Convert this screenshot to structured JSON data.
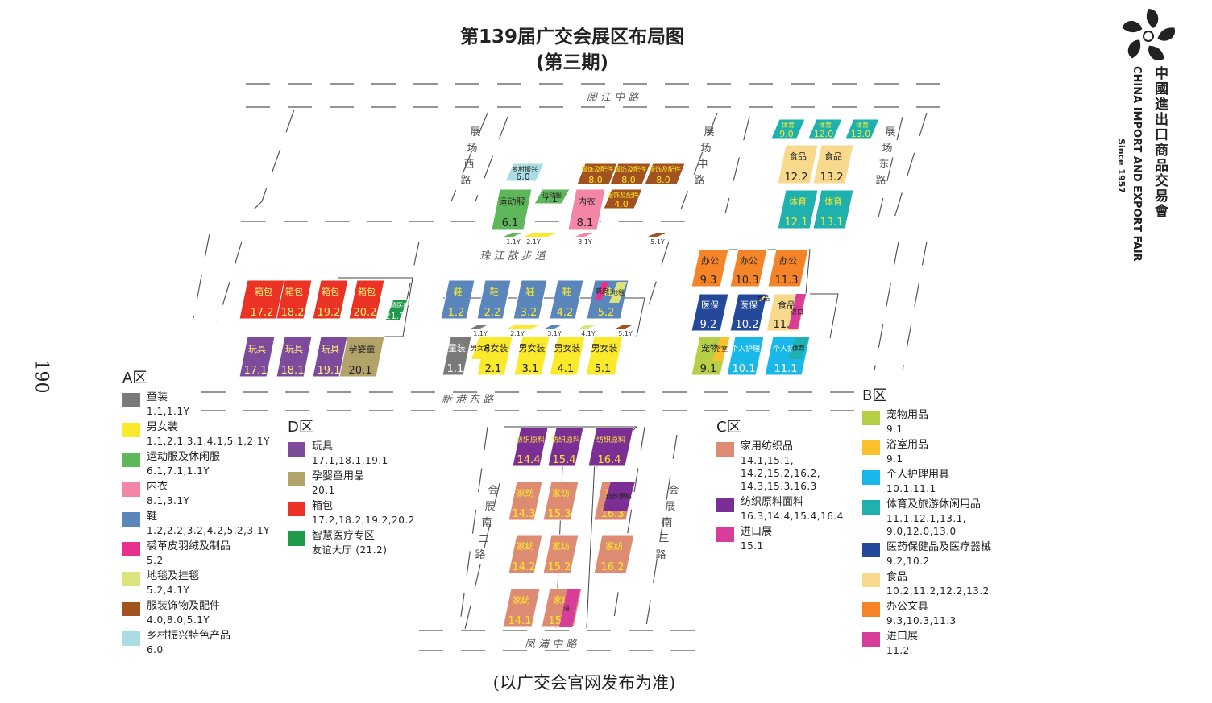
{
  "title_line1": "第139届广交会展区布局图",
  "title_line2": "(第三期)",
  "footnote": "(以广交会官网发布为准)",
  "page_number": "190",
  "logo": {
    "cn": "中國進出口商品交易會",
    "en": "CHINA IMPORT AND EXPORT FAIR",
    "since": "Since 1957"
  },
  "roads": [
    {
      "id": "yuejiang",
      "label": "阅 江 中 路"
    },
    {
      "id": "west",
      "label": "展场西路"
    },
    {
      "id": "mid",
      "label": "展场中路"
    },
    {
      "id": "east",
      "label": "展场东路"
    },
    {
      "id": "zhujiang",
      "label": "珠 江 散 步 道"
    },
    {
      "id": "xingang",
      "label": "新 港 东 路"
    },
    {
      "id": "south2",
      "label": "会展南二路"
    },
    {
      "id": "south3",
      "label": "会展南三路"
    },
    {
      "id": "fengpu",
      "label": "凤 浦 中 路"
    }
  ],
  "colors": {
    "gray": "#7a7a7a",
    "yellow": "#fbe92b",
    "green": "#5fb75c",
    "pink": "#f286a4",
    "blue": "#5b86bb",
    "magenta": "#e8308f",
    "lime": "#dbe37c",
    "brown": "#a2521e",
    "lightblue": "#a9dde3",
    "red": "#ea3324",
    "purple": "#7e4b9c",
    "khaki": "#b2a36a",
    "darkgreen": "#1f9a49",
    "salmon": "#dd8b72",
    "violet": "#7b2f95",
    "rose": "#d83d99",
    "ylgreen": "#b5cf46",
    "amber": "#fbc12d",
    "cyan": "#1ab8ea",
    "teal": "#1fb0b0",
    "navy": "#24499a",
    "cream": "#f9d98b",
    "orange": "#f58429"
  },
  "halls": [
    {
      "id": "17.2",
      "c": "red",
      "label": "箱包",
      "num": "17.2",
      "tc": "#fff27a"
    },
    {
      "id": "18.2",
      "c": "red",
      "label": "箱包",
      "num": "18.2",
      "tc": "#fff27a"
    },
    {
      "id": "19.2",
      "c": "red",
      "label": "箱包",
      "num": "19.2",
      "tc": "#fff27a"
    },
    {
      "id": "20.2",
      "c": "red",
      "label": "箱包",
      "num": "20.2",
      "tc": "#fff27a"
    },
    {
      "id": "21.2",
      "c": "darkgreen",
      "label": "智慧医疗",
      "num": "21.2",
      "tc": "#fff"
    },
    {
      "id": "17.1",
      "c": "purple",
      "label": "玩具",
      "num": "17.1",
      "tc": "#fff27a"
    },
    {
      "id": "18.1",
      "c": "purple",
      "label": "玩具",
      "num": "18.1",
      "tc": "#fff27a"
    },
    {
      "id": "19.1",
      "c": "purple",
      "label": "玩具",
      "num": "19.1",
      "tc": "#fff27a"
    },
    {
      "id": "20.1",
      "c": "khaki",
      "label": "孕婴童",
      "num": "20.1",
      "tc": "#222"
    },
    {
      "id": "6.0",
      "c": "lightblue",
      "label": "乡村振兴",
      "num": "6.0",
      "tc": "#222"
    },
    {
      "id": "8.0a",
      "c": "brown",
      "label": "服饰及配件",
      "num": "8.0",
      "tc": "#fbe92b"
    },
    {
      "id": "8.0b",
      "c": "brown",
      "label": "服饰及配件",
      "num": "8.0",
      "tc": "#fbe92b"
    },
    {
      "id": "8.0c",
      "c": "brown",
      "label": "服饰及配件",
      "num": "8.0",
      "tc": "#fbe92b"
    },
    {
      "id": "6.1",
      "c": "green",
      "label": "运动服",
      "num": "6.1",
      "tc": "#222"
    },
    {
      "id": "7.1",
      "c": "green",
      "label": "运动服",
      "num": "7.1",
      "tc": "#222"
    },
    {
      "id": "8.1",
      "c": "pink",
      "label": "内衣",
      "num": "8.1",
      "tc": "#222"
    },
    {
      "id": "4.0",
      "c": "brown",
      "label": "服饰及配件",
      "num": "4.0",
      "tc": "#fbe92b"
    },
    {
      "id": "1.2",
      "c": "blue",
      "label": "鞋",
      "num": "1.2",
      "tc": "#fbe92b"
    },
    {
      "id": "2.2",
      "c": "blue",
      "label": "鞋",
      "num": "2.2",
      "tc": "#fbe92b"
    },
    {
      "id": "3.2",
      "c": "blue",
      "label": "鞋",
      "num": "3.2",
      "tc": "#fbe92b"
    },
    {
      "id": "4.2",
      "c": "blue",
      "label": "鞋",
      "num": "4.2",
      "tc": "#fbe92b"
    },
    {
      "id": "5.2",
      "c": "blue",
      "label": "鞋",
      "num": "5.2",
      "tc": "#fbe92b"
    },
    {
      "id": "1.1",
      "c": "gray",
      "label": "童装",
      "num": "1.1",
      "tc": "#fff"
    },
    {
      "id": "2.1",
      "c": "yellow",
      "label": "男女装",
      "num": "2.1",
      "tc": "#222"
    },
    {
      "id": "3.1",
      "c": "yellow",
      "label": "男女装",
      "num": "3.1",
      "tc": "#222"
    },
    {
      "id": "4.1",
      "c": "yellow",
      "label": "男女装",
      "num": "4.1",
      "tc": "#222"
    },
    {
      "id": "5.1",
      "c": "yellow",
      "label": "男女装",
      "num": "5.1",
      "tc": "#222"
    },
    {
      "id": "9.3",
      "c": "orange",
      "label": "办公",
      "num": "9.3",
      "tc": "#222"
    },
    {
      "id": "10.3",
      "c": "orange",
      "label": "办公",
      "num": "10.3",
      "tc": "#222"
    },
    {
      "id": "11.3",
      "c": "orange",
      "label": "办公",
      "num": "11.3",
      "tc": "#222"
    },
    {
      "id": "9.2",
      "c": "navy",
      "label": "医保",
      "num": "9.2",
      "tc": "#fff"
    },
    {
      "id": "10.2",
      "c": "navy",
      "label": "医保",
      "num": "10.2",
      "tc": "#fff"
    },
    {
      "id": "11.2",
      "c": "cream",
      "label": "食品",
      "num": "11.2",
      "tc": "#222"
    },
    {
      "id": "9.1",
      "c": "ylgreen",
      "label": "宠物",
      "num": "9.1",
      "tc": "#222"
    },
    {
      "id": "10.1",
      "c": "cyan",
      "label": "个人护理",
      "num": "10.1",
      "tc": "#fff"
    },
    {
      "id": "11.1",
      "c": "cyan",
      "label": "个人护理",
      "num": "11.1",
      "tc": "#fff"
    },
    {
      "id": "9.0",
      "c": "teal",
      "label": "体育",
      "num": "9.0",
      "tc": "#fbe92b"
    },
    {
      "id": "12.0",
      "c": "teal",
      "label": "体育",
      "num": "12.0",
      "tc": "#fbe92b"
    },
    {
      "id": "13.0",
      "c": "teal",
      "label": "体育",
      "num": "13.0",
      "tc": "#fbe92b"
    },
    {
      "id": "12.2",
      "c": "cream",
      "label": "食品",
      "num": "12.2",
      "tc": "#222"
    },
    {
      "id": "13.2",
      "c": "cream",
      "label": "食品",
      "num": "13.2",
      "tc": "#222"
    },
    {
      "id": "12.1",
      "c": "teal",
      "label": "体育",
      "num": "12.1",
      "tc": "#fbe92b"
    },
    {
      "id": "13.1",
      "c": "teal",
      "label": "体育",
      "num": "13.1",
      "tc": "#fbe92b"
    },
    {
      "id": "14.4",
      "c": "violet",
      "label": "纺织原料",
      "num": "14.4",
      "tc": "#fbe92b"
    },
    {
      "id": "15.4",
      "c": "violet",
      "label": "纺织原料",
      "num": "15.4",
      "tc": "#fbe92b"
    },
    {
      "id": "16.4",
      "c": "violet",
      "label": "纺织原料",
      "num": "16.4",
      "tc": "#fbe92b"
    },
    {
      "id": "14.3",
      "c": "salmon",
      "label": "家纺",
      "num": "14.3",
      "tc": "#fbe92b"
    },
    {
      "id": "15.3",
      "c": "salmon",
      "label": "家纺",
      "num": "15.3",
      "tc": "#fbe92b"
    },
    {
      "id": "16.3",
      "c": "salmon",
      "label": "家纺",
      "num": "16.3",
      "tc": "#fbe92b"
    },
    {
      "id": "14.2",
      "c": "salmon",
      "label": "家纺",
      "num": "14.2",
      "tc": "#fbe92b"
    },
    {
      "id": "15.2",
      "c": "salmon",
      "label": "家纺",
      "num": "15.2",
      "tc": "#fbe92b"
    },
    {
      "id": "16.2",
      "c": "salmon",
      "label": "家纺",
      "num": "16.2",
      "tc": "#fbe92b"
    },
    {
      "id": "14.1",
      "c": "salmon",
      "label": "家纺",
      "num": "14.1",
      "tc": "#fbe92b"
    },
    {
      "id": "15.1",
      "c": "salmon",
      "label": "家纺",
      "num": "15.1",
      "tc": "#fbe92b"
    }
  ],
  "small_tags": [
    {
      "text": "1.1Y",
      "c": "green"
    },
    {
      "text": "2.1Y",
      "c": "yellow"
    },
    {
      "text": "3.1Y",
      "c": "pink"
    },
    {
      "text": "5.1Y",
      "c": "brown"
    },
    {
      "text": "1.1Y",
      "c": "gray"
    },
    {
      "text": "2.1Y",
      "c": "yellow"
    },
    {
      "text": "3.1Y",
      "c": "blue"
    },
    {
      "text": "4.1Y",
      "c": "lime"
    },
    {
      "text": "5.1Y",
      "c": "brown"
    }
  ],
  "overlays": [
    {
      "text": "裘皮",
      "c": "magenta"
    },
    {
      "text": "地毯",
      "c": "lime"
    },
    {
      "text": "男女装",
      "c": "yellow"
    },
    {
      "text": "浴室",
      "c": "amber"
    },
    {
      "text": "进口",
      "c": "rose"
    },
    {
      "text": "体育",
      "c": "teal"
    },
    {
      "text": "食品",
      "c": "cream"
    },
    {
      "text": "纺织原料",
      "c": "violet"
    },
    {
      "text": "进口",
      "c": "rose"
    }
  ],
  "legend_a": {
    "title": "A区",
    "items": [
      {
        "c": "gray",
        "name": "童装",
        "codes": "1.1,1.1Y"
      },
      {
        "c": "yellow",
        "name": "男女装",
        "codes": "1.1,2.1,3.1,4.1,5.1,2.1Y"
      },
      {
        "c": "green",
        "name": "运动服及休闲服",
        "codes": "6.1,7.1,1.1Y"
      },
      {
        "c": "pink",
        "name": "内衣",
        "codes": "8.1,3.1Y"
      },
      {
        "c": "blue",
        "name": "鞋",
        "codes": "1.2,2.2,3.2,4.2,5.2,3.1Y"
      },
      {
        "c": "magenta",
        "name": "裘革皮羽绒及制品",
        "codes": "5.2"
      },
      {
        "c": "lime",
        "name": "地毯及挂毯",
        "codes": "5.2,4.1Y"
      },
      {
        "c": "brown",
        "name": "服装饰物及配件",
        "codes": "4.0,8.0,5.1Y"
      },
      {
        "c": "lightblue",
        "name": "乡村振兴特色产品",
        "codes": "6.0"
      }
    ]
  },
  "legend_d": {
    "title": "D区",
    "items": [
      {
        "c": "purple",
        "name": "玩具",
        "codes": "17.1,18.1,19.1"
      },
      {
        "c": "khaki",
        "name": "孕婴童用品",
        "codes": "20.1"
      },
      {
        "c": "red",
        "name": "箱包",
        "codes": "17.2,18.2,19.2,20.2"
      },
      {
        "c": "darkgreen",
        "name": "智慧医疗专区",
        "codes": "友谊大厅 (21.2)"
      }
    ]
  },
  "legend_c": {
    "title": "C区",
    "items": [
      {
        "c": "salmon",
        "name": "家用纺织品",
        "codes": "14.1,15.1,\n14.2,15.2,16.2,\n14.3,15.3,16.3"
      },
      {
        "c": "violet",
        "name": "纺织原料面料",
        "codes": "16.3,14.4,15.4,16.4"
      },
      {
        "c": "rose",
        "name": "进口展",
        "codes": "15.1"
      }
    ]
  },
  "legend_b": {
    "title": "B区",
    "items": [
      {
        "c": "ylgreen",
        "name": "宠物用品",
        "codes": "9.1"
      },
      {
        "c": "amber",
        "name": "浴室用品",
        "codes": "9.1"
      },
      {
        "c": "cyan",
        "name": "个人护理用具",
        "codes": "10.1,11.1"
      },
      {
        "c": "teal",
        "name": "体育及旅游休闲用品",
        "codes": "11.1,12.1,13.1,\n9.0,12.0,13.0"
      },
      {
        "c": "navy",
        "name": "医药保健品及医疗器械",
        "codes": "9.2,10.2"
      },
      {
        "c": "cream",
        "name": "食品",
        "codes": "10.2,11.2,12.2,13.2"
      },
      {
        "c": "orange",
        "name": "办公文具",
        "codes": "9.3,10.3,11.3"
      },
      {
        "c": "rose",
        "name": "进口展",
        "codes": "11.2"
      }
    ]
  }
}
